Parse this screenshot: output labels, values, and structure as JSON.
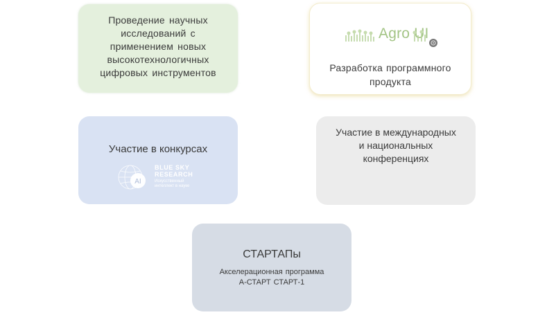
{
  "cards": {
    "research": {
      "label": "Проведение  научных\nисследований с\nприменением  новых\nвысокотехнологичных\nцифровых инструментов",
      "color": "#e4f0dd"
    },
    "software": {
      "logo_text": "Agro UI",
      "label": "Разработка  программного\nпродукта",
      "icon": "gear-icon"
    },
    "contests": {
      "label": "Участие в конкурсах",
      "logo_title": "BLUE SKY\nRESEARCH",
      "logo_subtitle": "Искусственный\nинтеллект в науке",
      "logo_mark": "AI",
      "color": "#d9e2f3"
    },
    "conferences": {
      "label": "Участие в международных\nи национальных\nконференциях",
      "color": "#ececec"
    },
    "startups": {
      "title": "СТАРТАПы",
      "subtitle": "Акселерационная программа\nА-СТАРТ  СТАРТ-1",
      "color": "#d6dce5"
    }
  }
}
